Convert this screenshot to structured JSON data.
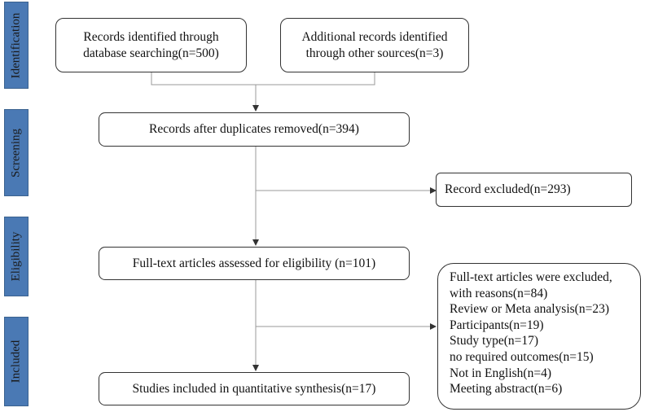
{
  "phases": {
    "identification": "Identification",
    "screening": "Screening",
    "eligibility": "Eligibility",
    "included": "Included"
  },
  "boxes": {
    "database": {
      "lines": [
        "Records identified through",
        "database searching(n=500)"
      ]
    },
    "other_sources": {
      "lines": [
        "Additional records identified",
        "through other sources(n=3)"
      ]
    },
    "after_duplicates": {
      "text": "Records after duplicates removed(n=394)"
    },
    "excluded": {
      "text": "Record excluded(n=293)"
    },
    "fulltext": {
      "text": "Full-text articles assessed for eligibility (n=101)"
    },
    "fulltext_excluded": {
      "lines": [
        "Full-text articles were excluded,",
        "with reasons(n=84)",
        "Review or Meta analysis(n=23)",
        "Participants(n=19)",
        "Study type(n=17)",
        "no required outcomes(n=15)",
        "Not in English(n=4)",
        "Meeting abstract(n=6)"
      ]
    },
    "included": {
      "text": "Studies included in quantitative synthesis(n=17)"
    }
  },
  "colors": {
    "phase_fill": "#4a79b4",
    "box_border": "#333333",
    "line": "#999999"
  }
}
